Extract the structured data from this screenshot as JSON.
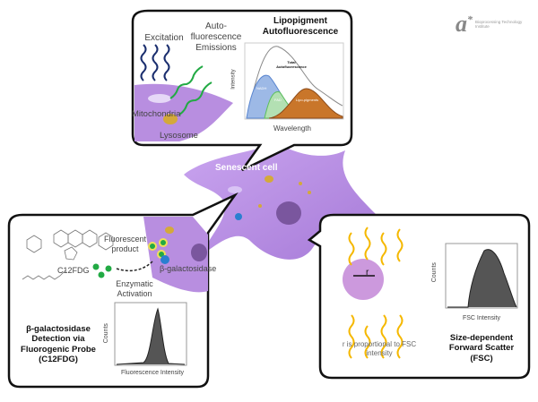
{
  "logo": {
    "mark": "a*",
    "text": "Bioprocessing Technology Institute"
  },
  "center": {
    "label": "Senescent cell"
  },
  "top_panel": {
    "excitation": "Excitation",
    "emissions": "Auto-fluorescence Emissions",
    "mitochondria": "Mitochondria",
    "lysosome": "Lysosome",
    "chart_title": "Lipopigment Autofluorescence",
    "chart_ylabel": "Intensity",
    "chart_xlabel": "Wavelength",
    "curves": [
      "Total Autofluorescence",
      "NADH",
      "FAD",
      "Lipo-pigments"
    ]
  },
  "left_panel": {
    "fluorescent_product": "Fluorescent product",
    "c12fdg": "C12FDG",
    "beta_gal": "β-galactosidase",
    "activation": "Enzymatic Activation",
    "title": "β-galactosidase Detection via Fluorogenic Probe (C12FDG)",
    "hist_ylabel": "Counts",
    "hist_xlabel": "Fluorescence Intensity"
  },
  "right_panel": {
    "radius": "r",
    "caption": "r is proportional  to FSC intensity",
    "hist_ylabel": "Counts",
    "hist_xlabel": "FSC Intensity",
    "title": "Size-dependent Forward Scatter (FSC)"
  },
  "colors": {
    "cell": "#b88ee0",
    "emission": "#22aa44",
    "scatter": "#f5b800",
    "excitation": "#1a2e6e"
  }
}
